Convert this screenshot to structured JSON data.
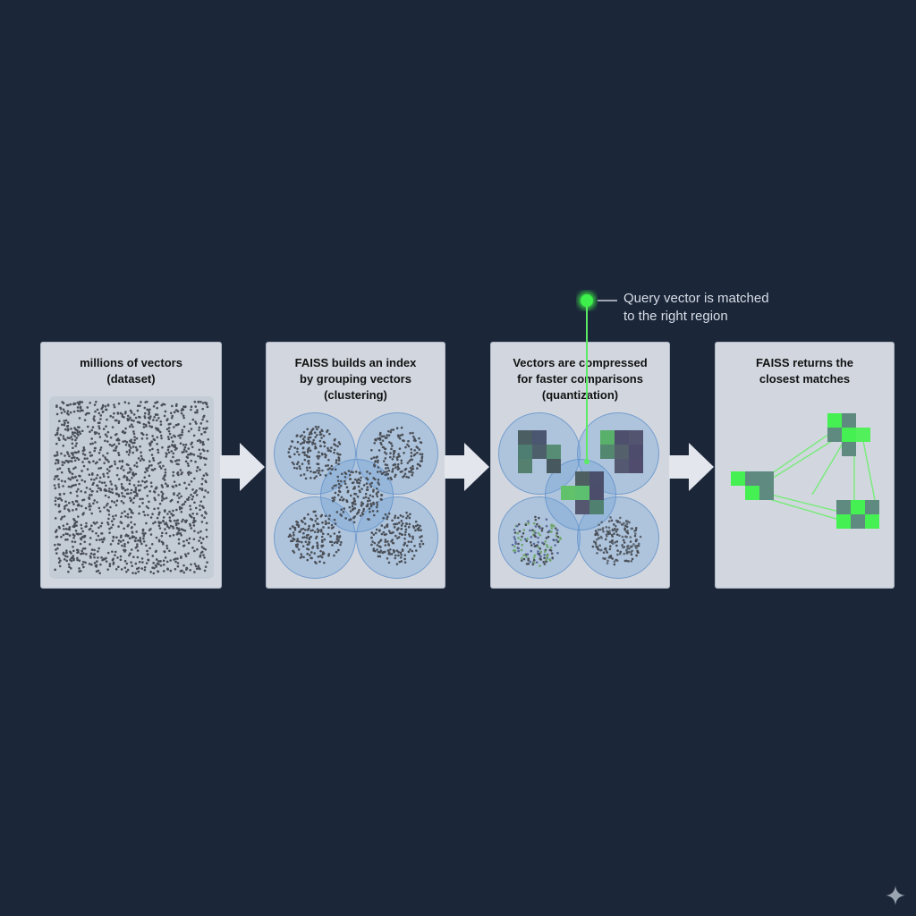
{
  "diagram": {
    "steps": [
      {
        "id": "dataset",
        "title": "millions of vectors\n(dataset)"
      },
      {
        "id": "clustering",
        "title": "FAISS builds an index\nby grouping vectors\n(clustering)"
      },
      {
        "id": "quantization",
        "title": "Vectors are compressed\nfor faster comparisons\n(quantization)"
      },
      {
        "id": "results",
        "title": "FAISS returns the\nclosest matches"
      }
    ],
    "query": {
      "label": "Query vector is matched\n to the right region"
    },
    "colors": {
      "background": "#1b2639",
      "panel": "#d2d7df",
      "highlight": "#3ef04a",
      "cluster": "#7aa6d8",
      "code_dark": "#4f6a68",
      "code_purple": "#4b4f6e"
    }
  }
}
